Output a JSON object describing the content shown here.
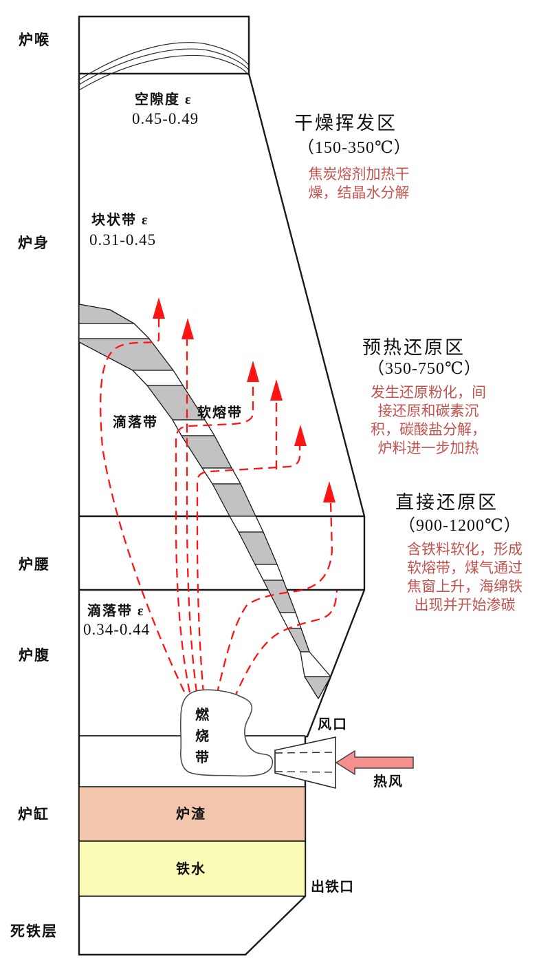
{
  "colors": {
    "flow_red": "#FF1414",
    "note_red": "#C4524E",
    "band_gray": "#C2C2C2",
    "slag_orange": "#F2C6AC",
    "iron_yellow": "#FBFBB8",
    "blast_pink": "#F6908E",
    "line_black": "#1a1a1a"
  },
  "side_labels": {
    "throat": "炉喉",
    "shaft": "炉身",
    "waist": "炉腰",
    "bosh": "炉腹",
    "hearth": "炉缸",
    "dead_iron": "死铁层"
  },
  "porosity": {
    "top": {
      "label": "空隙度 ε",
      "value": "0.45-0.49"
    },
    "lumpy": {
      "label": "块状带 ε",
      "value": "0.31-0.45"
    },
    "drip": {
      "label": "滴落带 ε",
      "value": "0.34-0.44"
    }
  },
  "zone_labels": {
    "dripping_zone": "滴落带",
    "cohesive_zone": "软熔带",
    "combustion_zone": {
      "c1": "燃",
      "c2": "烧",
      "c3": "带"
    },
    "tuyere": "风口",
    "hot_blast": "热风",
    "slag": "炉渣",
    "molten_iron": "铁水",
    "tap_hole": "出铁口"
  },
  "regions": [
    {
      "name": "干燥挥发区",
      "temp": "（150-350℃）",
      "note": {
        "l1": "焦炭熔剂加热干",
        "l2": "燥，结晶水分解"
      }
    },
    {
      "name": "预热还原区",
      "temp": "（350-750℃）",
      "note": {
        "l1": "发生还原粉化，间",
        "l2": "接还原和碳素沉",
        "l3": "积，碳酸盐分解，",
        "l4": "炉料进一步加热"
      }
    },
    {
      "name": "直接还原区",
      "temp": "（900-1200℃）",
      "note": {
        "l1": "含铁料软化，形成",
        "l2": "软熔带，煤气通过",
        "l3": "焦窗上升，海绵铁",
        "l4": "出现并开始渗碳"
      }
    }
  ]
}
